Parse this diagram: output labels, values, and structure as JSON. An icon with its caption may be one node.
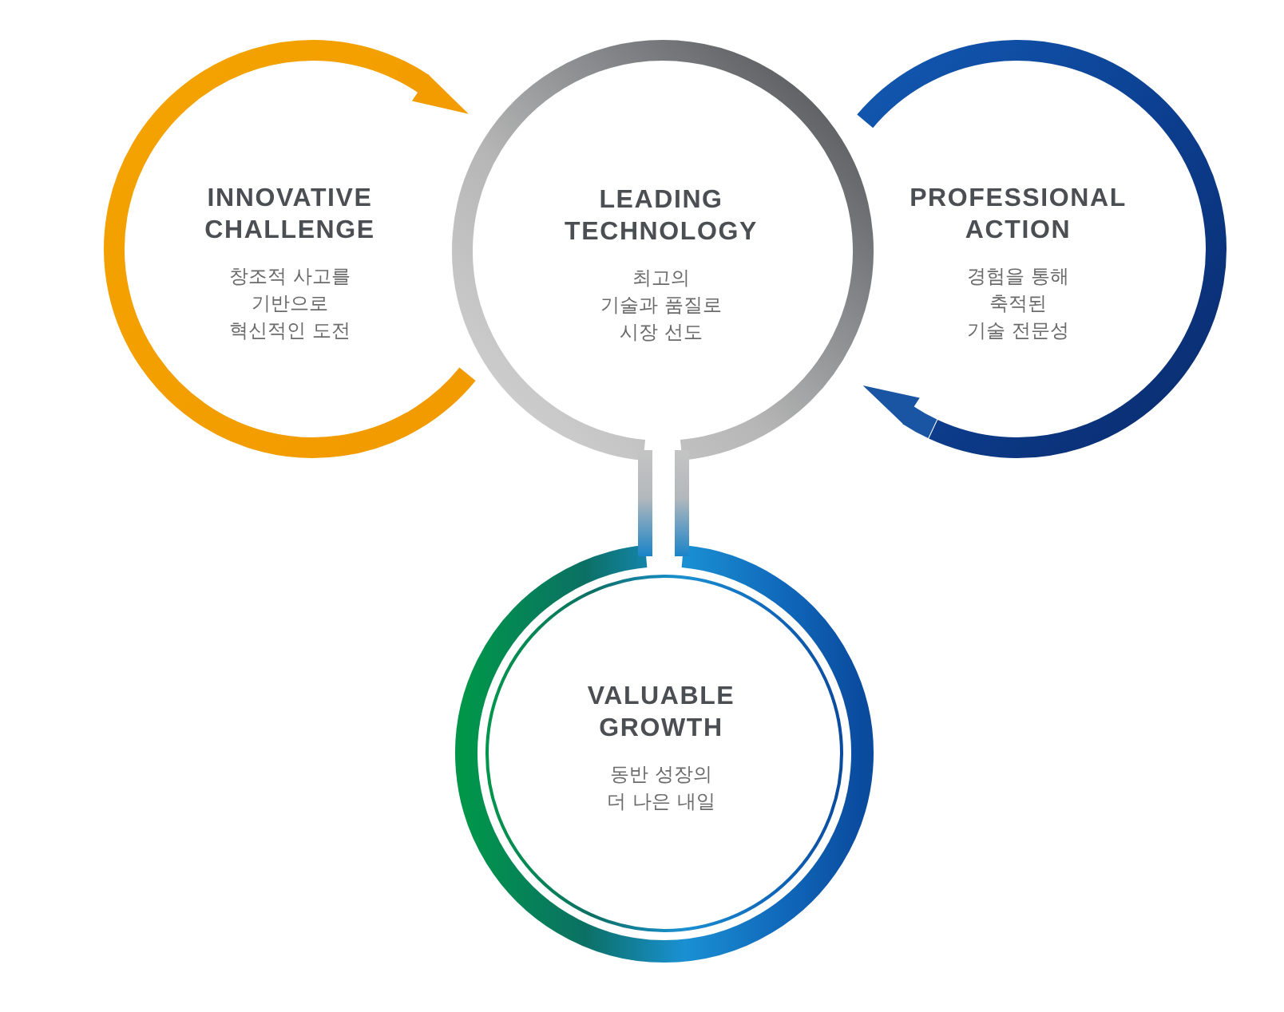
{
  "diagram": {
    "nodes": [
      {
        "text": [
          "INNOVATIVE CHALLENGE",
          "창조적 사고를 기반으로 혁신적인 도전"
        ]
      },
      {
        "text": [
          "LEADING TECHNOLOGY",
          "최고의 기술과 품질로 시장 선도"
        ]
      },
      {
        "text": [
          "PROFESSIONAL ACTION",
          "경험을 통해 축적된 기술 전문성"
        ]
      },
      {
        "text": [
          "VALUABLE GROWTH",
          "동반 성장의 더 나은 내일"
        ]
      }
    ],
    "edges": [
      {
        "from": 0,
        "to": 1,
        "arrow": "to",
        "color": "#f39c00"
      },
      {
        "from": 2,
        "to": 1,
        "arrow": "to",
        "color": "#1a55a4"
      },
      {
        "from": 1,
        "to": 3,
        "arrow": "none"
      }
    ]
  }
}
